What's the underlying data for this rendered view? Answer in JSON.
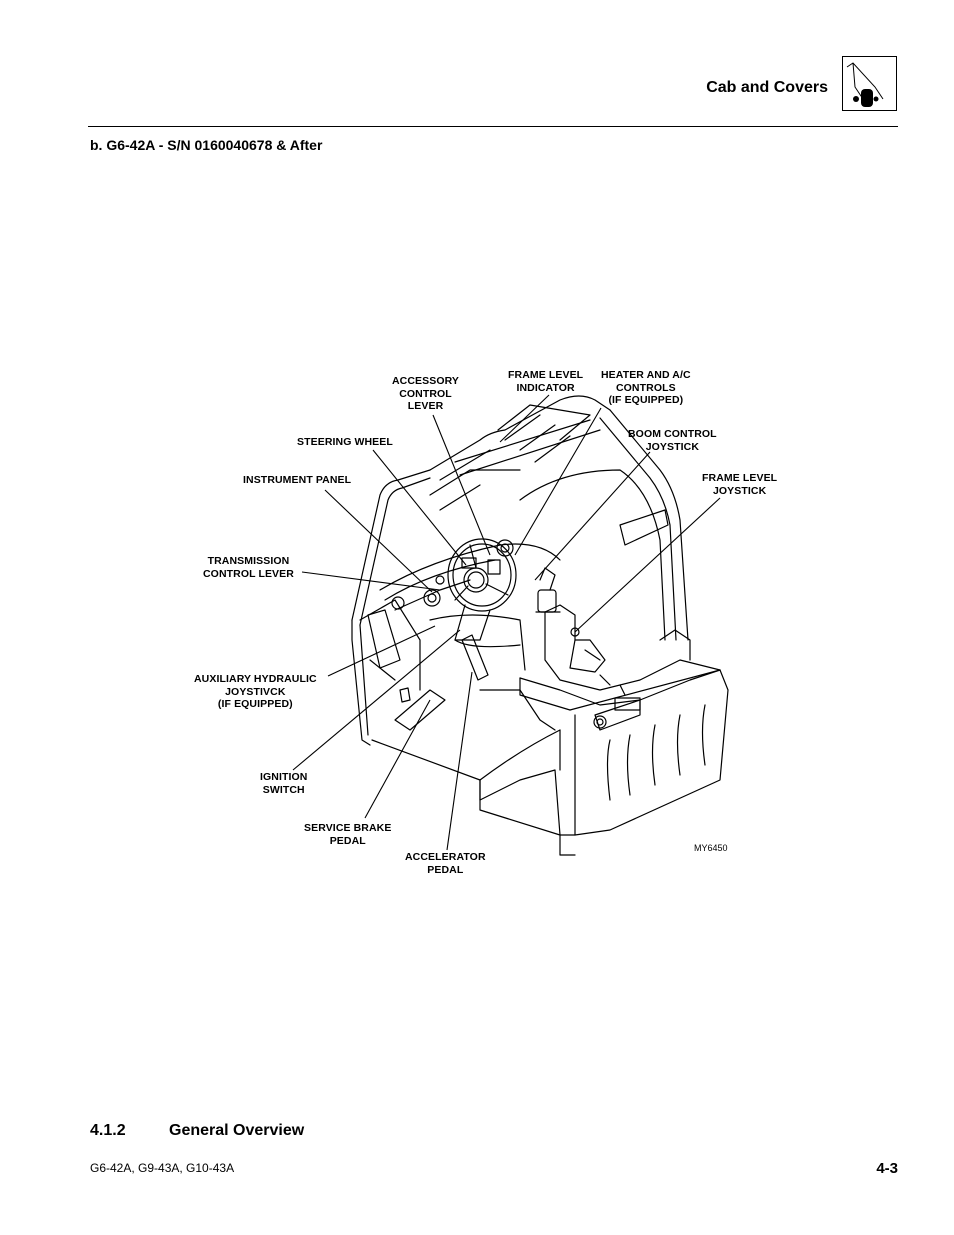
{
  "header": {
    "title": "Cab and Covers",
    "icon": "telehandler-cab-icon"
  },
  "subsection": "b.   G6-42A - S/N 0160040678 & After",
  "figure": {
    "id": "MY6450",
    "callouts": {
      "accessory_control_lever": "ACCESSORY\nCONTROL\nLEVER",
      "frame_level_indicator": "FRAME LEVEL\nINDICATOR",
      "heater_ac_controls": "HEATER AND A/C\nCONTROLS\n(IF EQUIPPED)",
      "boom_control_joystick": "BOOM CONTROL\nJOYSTICK",
      "frame_level_joystick": "FRAME LEVEL\nJOYSTICK",
      "steering_wheel": "STEERING WHEEL",
      "instrument_panel": "INSTRUMENT PANEL",
      "transmission_control_lever": "TRANSMISSION\nCONTROL LEVER",
      "auxiliary_hydraulic_joystick": "AUXILIARY HYDRAULIC\nJOYSTIVCK\n(IF EQUIPPED)",
      "ignition_switch": "IGNITION\nSWITCH",
      "service_brake_pedal": "SERVICE BRAKE\nPEDAL",
      "accelerator_pedal": "ACCELERATOR\nPEDAL"
    }
  },
  "section": {
    "number": "4.1.2",
    "title": "General Overview"
  },
  "footer": {
    "models": "G6-42A, G9-43A, G10-43A",
    "page": "4-3"
  }
}
